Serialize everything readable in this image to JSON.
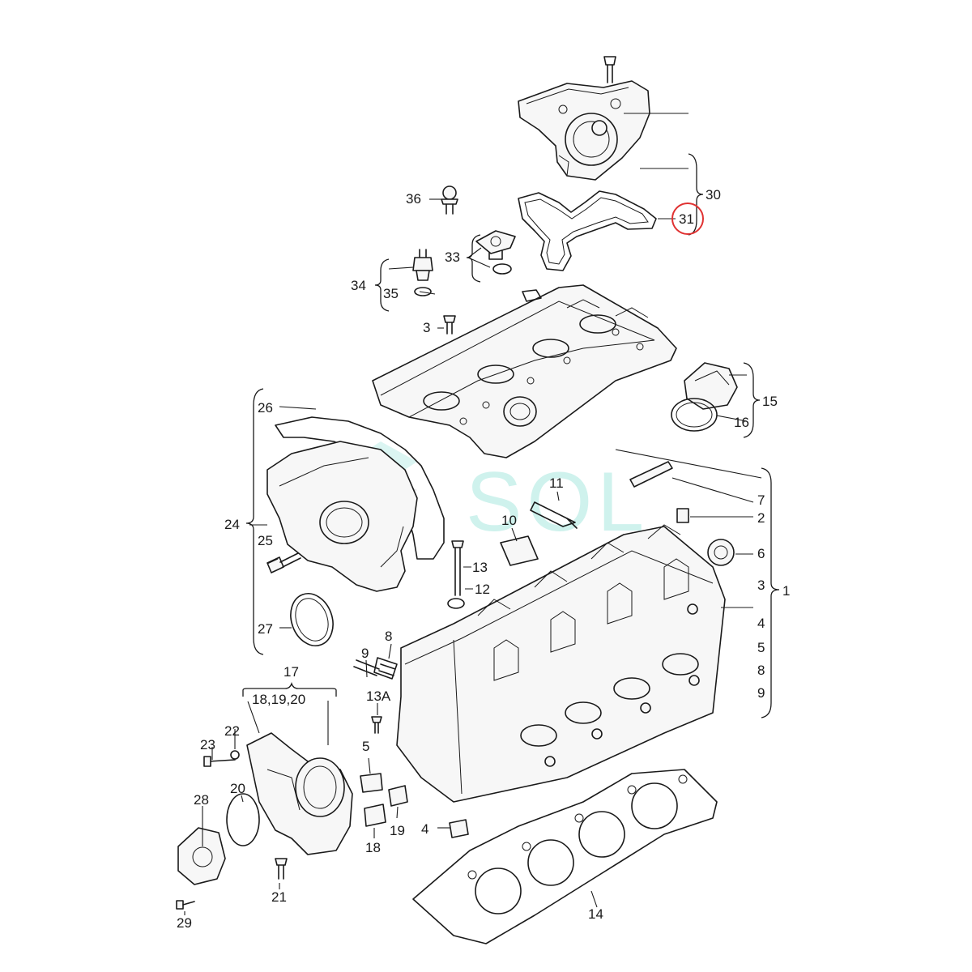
{
  "watermark": {
    "text": "SOL",
    "color": "#bfeee8"
  },
  "highlight": {
    "label": "31",
    "color": "#e03131"
  },
  "labels": {
    "l1": "1",
    "l2": "2",
    "l3a": "3",
    "l3b": "3",
    "l4a": "4",
    "l4b": "4",
    "l5a": "5",
    "l5b": "5",
    "l6": "6",
    "l7": "7",
    "l8a": "8",
    "l8b": "8",
    "l9a": "9",
    "l9b": "9",
    "l10": "10",
    "l11": "11",
    "l12": "12",
    "l13": "13",
    "l13a": "13A",
    "l14": "14",
    "l15": "15",
    "l16": "16",
    "l17": "17",
    "l18": "18",
    "l181920": "18,19,20",
    "l19": "19",
    "l20": "20",
    "l21": "21",
    "l22": "22",
    "l23": "23",
    "l24": "24",
    "l25": "25",
    "l26": "26",
    "l27": "27",
    "l28": "28",
    "l29": "29",
    "l30": "30",
    "l31": "31",
    "l33": "33",
    "l34": "34",
    "l35": "35",
    "l36": "36"
  }
}
